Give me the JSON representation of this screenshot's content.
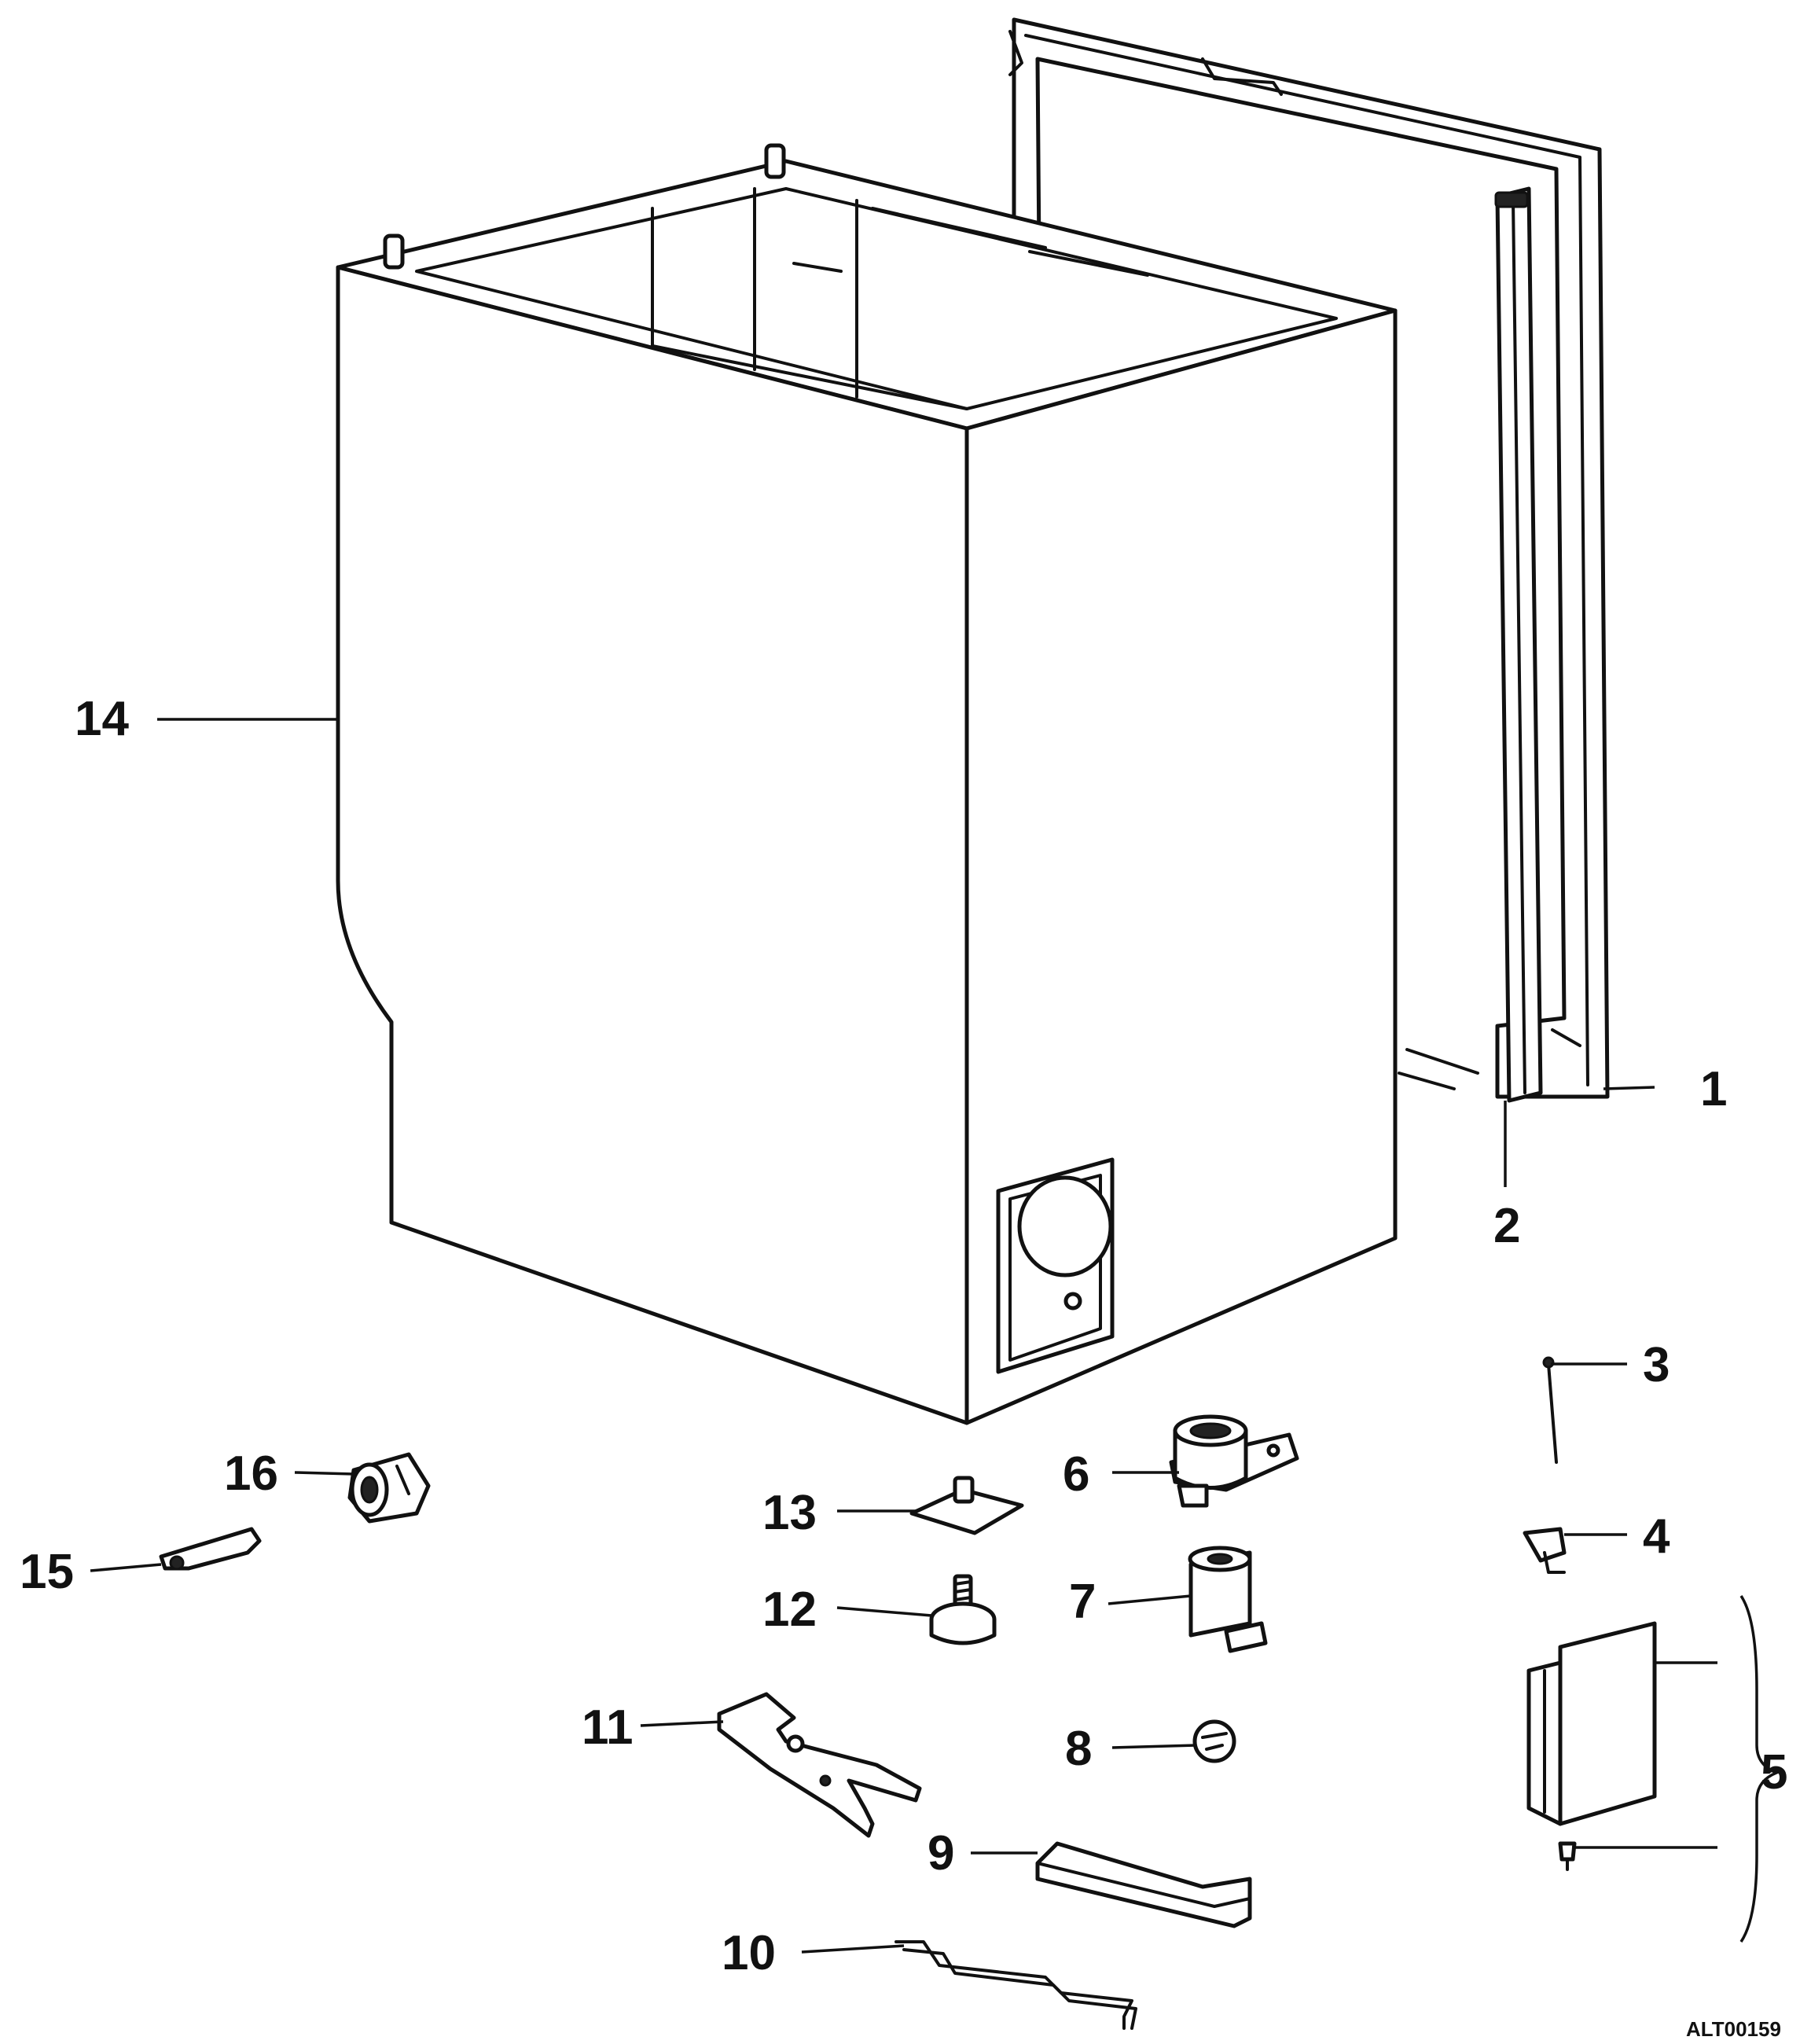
{
  "diagram": {
    "code": "ALT00159",
    "callouts": [
      "1",
      "2",
      "3",
      "4",
      "5",
      "6",
      "7",
      "8",
      "9",
      "10",
      "11",
      "12",
      "13",
      "14",
      "15",
      "16"
    ]
  }
}
